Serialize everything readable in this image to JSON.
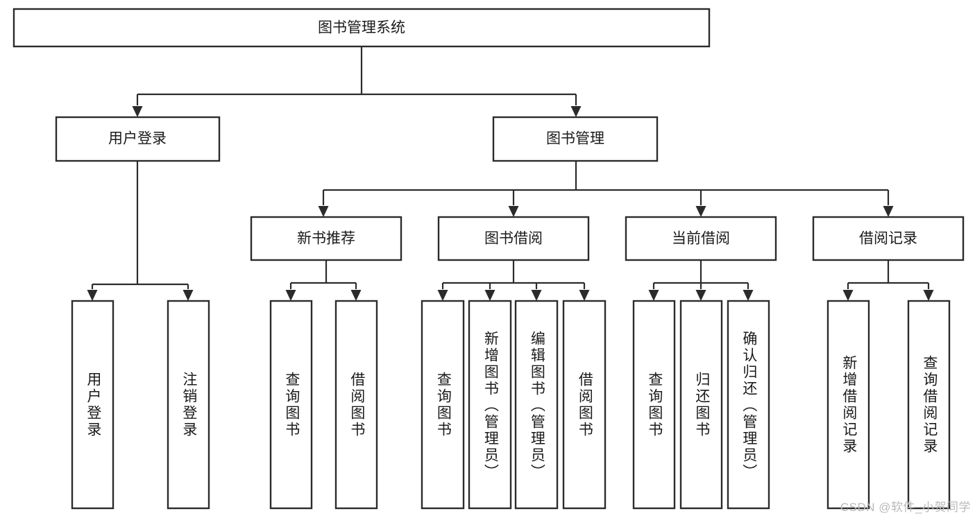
{
  "diagram": {
    "type": "tree-hierarchy",
    "title": "图书管理系统",
    "orientation": "top-down",
    "colors": {
      "box_fill": "#ffffff",
      "box_stroke": "#2b2b2b",
      "connector": "#2b2b2b",
      "text": "#1a1a1a",
      "background": "#ffffff",
      "watermark": "#b9b9b9"
    },
    "root": {
      "label": "图书管理系统"
    },
    "level2": [
      {
        "label": "用户登录"
      },
      {
        "label": "图书管理"
      }
    ],
    "level3": [
      {
        "label": "新书推荐"
      },
      {
        "label": "图书借阅"
      },
      {
        "label": "当前借阅"
      },
      {
        "label": "借阅记录"
      }
    ],
    "leaves": {
      "user_login": [
        {
          "label": "用户登录"
        },
        {
          "label": "注销登录"
        }
      ],
      "new_book_recommend": [
        {
          "label": "查询图书"
        },
        {
          "label": "借阅图书"
        }
      ],
      "book_borrow": [
        {
          "label": "查询图书"
        },
        {
          "label": "新增图书（管理员）"
        },
        {
          "label": "编辑图书（管理员）"
        },
        {
          "label": "借阅图书"
        }
      ],
      "current_borrow": [
        {
          "label": "查询图书"
        },
        {
          "label": "归还图书"
        },
        {
          "label": "确认归还（管理员）"
        }
      ],
      "borrow_record": [
        {
          "label": "新增借阅记录"
        },
        {
          "label": "查询借阅记录"
        }
      ]
    }
  },
  "watermark": {
    "text": "CSDN @软件_小贺同学"
  }
}
